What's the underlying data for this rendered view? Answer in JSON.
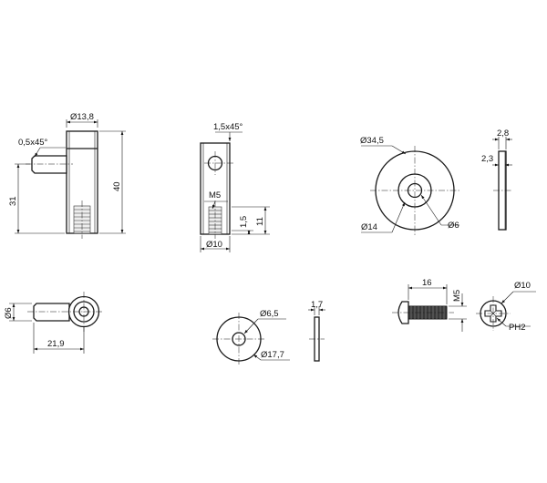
{
  "colors": {
    "line": "#1a1a1a",
    "background": "#ffffff"
  },
  "views": {
    "pin_bracket": {
      "chamfer": "0,5x45°",
      "diameter": "Ø13,8",
      "height_total": "40",
      "height_pin": "31"
    },
    "block_front": {
      "chamfer": "1,5x45°",
      "thread": "M5",
      "diameter": "Ø10",
      "depth_small": "1,5",
      "depth": "11"
    },
    "washer_large": {
      "outer": "Ø34,5",
      "middle": "Ø14",
      "inner": "Ø6"
    },
    "washer_large_side": {
      "total": "2,8",
      "step": "2,3"
    },
    "pin_eye": {
      "diameter": "Ø6",
      "length": "21,9"
    },
    "washer_small": {
      "inner": "Ø6,5",
      "outer": "Ø17,7"
    },
    "washer_small_side": {
      "thickness": "1,7"
    },
    "screw": {
      "length": "16",
      "thread": "M5"
    },
    "screw_head": {
      "diameter": "Ø10",
      "drive": "PH2"
    }
  }
}
